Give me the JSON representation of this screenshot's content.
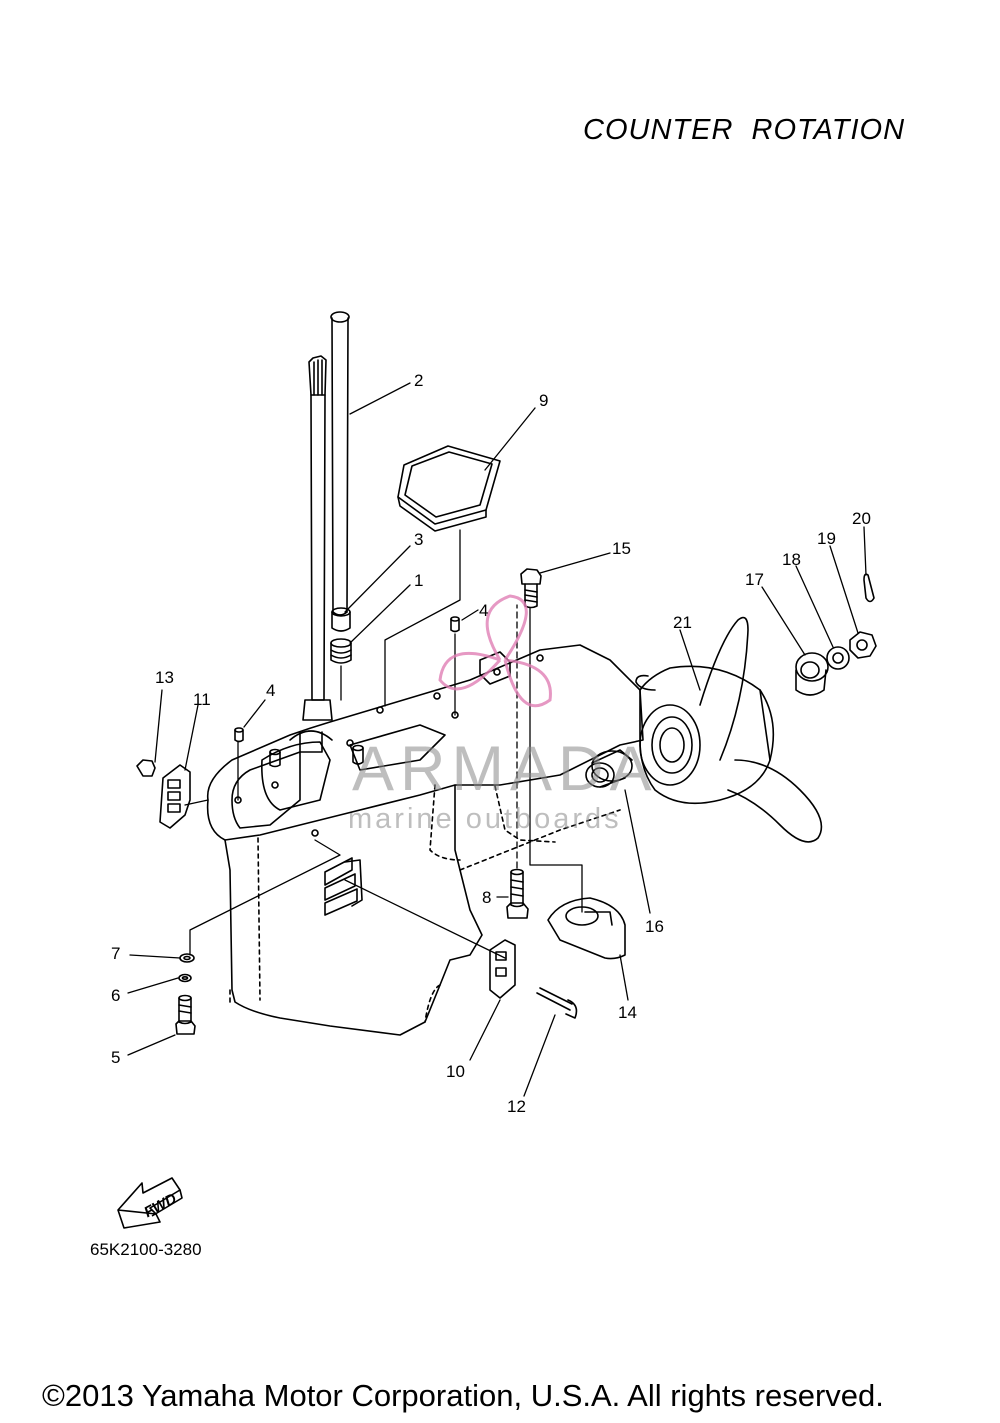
{
  "title": "COUNTER  ROTATION",
  "diagram_code": "65K2100-3280",
  "copyright": "©2013 Yamaha Motor Corporation, U.S.A. All rights reserved.",
  "watermark": {
    "brand": "ARMADA",
    "sub": "marine outboards",
    "color": "#e07fb5"
  },
  "fwd_label": "FWD",
  "callouts": [
    {
      "id": "c1",
      "label": "1"
    },
    {
      "id": "c2",
      "label": "2"
    },
    {
      "id": "c3",
      "label": "3"
    },
    {
      "id": "c4a",
      "label": "4"
    },
    {
      "id": "c4b",
      "label": "4"
    },
    {
      "id": "c5",
      "label": "5"
    },
    {
      "id": "c6",
      "label": "6"
    },
    {
      "id": "c7",
      "label": "7"
    },
    {
      "id": "c8",
      "label": "8"
    },
    {
      "id": "c9",
      "label": "9"
    },
    {
      "id": "c10",
      "label": "10"
    },
    {
      "id": "c11",
      "label": "11"
    },
    {
      "id": "c12",
      "label": "12"
    },
    {
      "id": "c13",
      "label": "13"
    },
    {
      "id": "c14",
      "label": "14"
    },
    {
      "id": "c15",
      "label": "15"
    },
    {
      "id": "c16",
      "label": "16"
    },
    {
      "id": "c17",
      "label": "17"
    },
    {
      "id": "c18",
      "label": "18"
    },
    {
      "id": "c19",
      "label": "19"
    },
    {
      "id": "c20",
      "label": "20"
    },
    {
      "id": "c21",
      "label": "21"
    }
  ]
}
